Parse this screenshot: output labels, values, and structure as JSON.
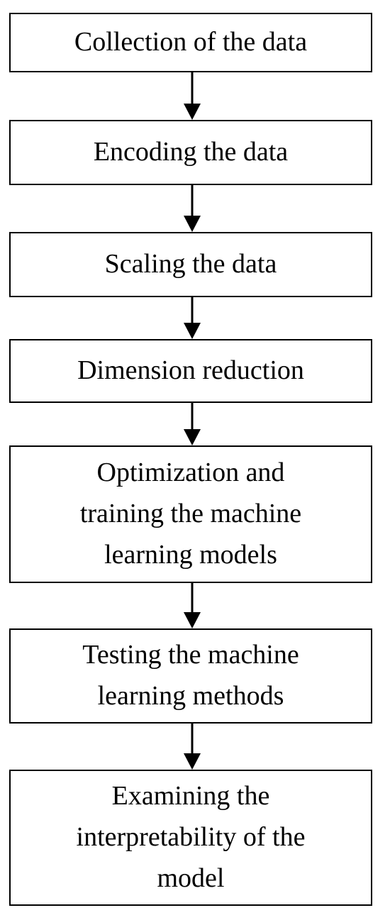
{
  "flowchart": {
    "steps": [
      "Collection of the data",
      "Encoding the data",
      "Scaling the data",
      "Dimension reduction",
      "Optimization and\ntraining the machine\nlearning models",
      "Testing the machine\nlearning methods",
      "Examining the\ninterpretability of the\nmodel"
    ],
    "stroke_color": "#000000",
    "fill_color": "#ffffff",
    "text_color": "#000000"
  }
}
